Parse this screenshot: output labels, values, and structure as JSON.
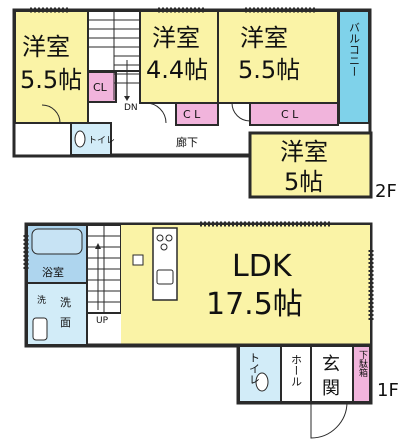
{
  "colors": {
    "room": "#faf3a6",
    "closet": "#f1b4dc",
    "balcony": "#7fd2ea",
    "bath": "#aed5ee",
    "toilet": "#d2ecf8",
    "wall": "#2a2a2a"
  },
  "floor2": {
    "room1": {
      "name": "洋室",
      "size": "5.5帖"
    },
    "room2": {
      "name": "洋室",
      "size": "4.4帖"
    },
    "room3": {
      "name": "洋室",
      "size": "5.5帖"
    },
    "room4": {
      "name": "洋室",
      "size": "5帖"
    },
    "closets": {
      "cl1": "CL",
      "cl2": "C L",
      "cl3": "C L"
    },
    "balcony": "バルコニー",
    "toilet": "トイレ",
    "corridor": "廊下",
    "stair_dn": "DN",
    "floor_label": "2F"
  },
  "floor1": {
    "ldk": {
      "name": "LDK",
      "size": "17.5帖"
    },
    "bath": "浴室",
    "washroom": "洗面",
    "washer": "洗",
    "stair_up": "UP",
    "toilet": "トイレ",
    "hall": "ホール",
    "entrance": "玄関",
    "shoe_box": "下駄箱",
    "floor_label": "1F"
  }
}
